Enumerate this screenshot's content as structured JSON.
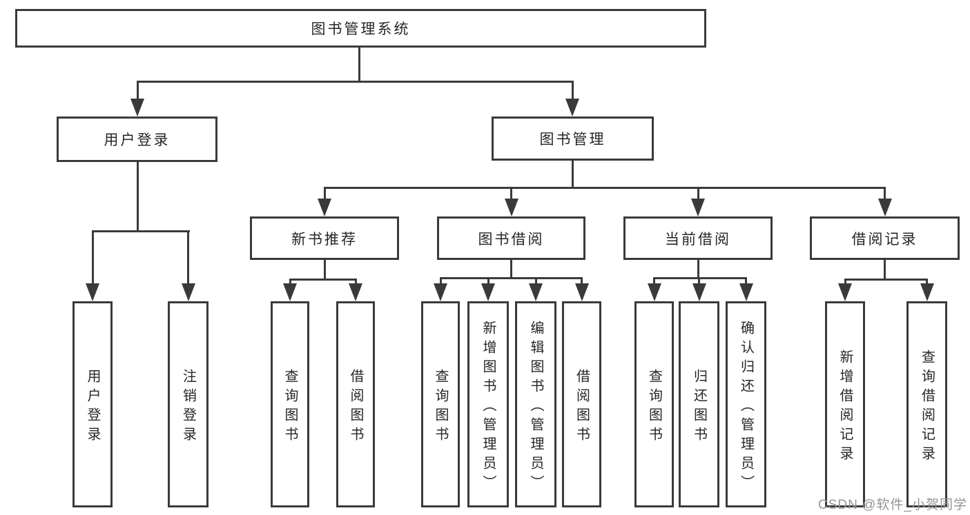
{
  "tree": {
    "root": {
      "label": "图书管理系统",
      "children": [
        {
          "label": "用户登录",
          "children": [
            {
              "label": "用户登录"
            },
            {
              "label": "注销登录"
            }
          ]
        },
        {
          "label": "图书管理",
          "children": [
            {
              "label": "新书推荐",
              "children": [
                {
                  "label": "查询图书"
                },
                {
                  "label": "借阅图书"
                }
              ]
            },
            {
              "label": "图书借阅",
              "children": [
                {
                  "label": "查询图书"
                },
                {
                  "label": "新增图书（管理员）"
                },
                {
                  "label": "编辑图书（管理员）"
                },
                {
                  "label": "借阅图书"
                }
              ]
            },
            {
              "label": "当前借阅",
              "children": [
                {
                  "label": "查询图书"
                },
                {
                  "label": "归还图书"
                },
                {
                  "label": "确认归还（管理员）"
                }
              ]
            },
            {
              "label": "借阅记录",
              "children": [
                {
                  "label": "新增借阅记录"
                },
                {
                  "label": "查询借阅记录"
                }
              ]
            }
          ]
        }
      ]
    }
  },
  "watermark": {
    "text": "CSDN @软件_小贺同学"
  },
  "colors": {
    "line": "#3a3a3a",
    "text": "#262626",
    "watermark": "#949494",
    "background": "#ffffff"
  }
}
